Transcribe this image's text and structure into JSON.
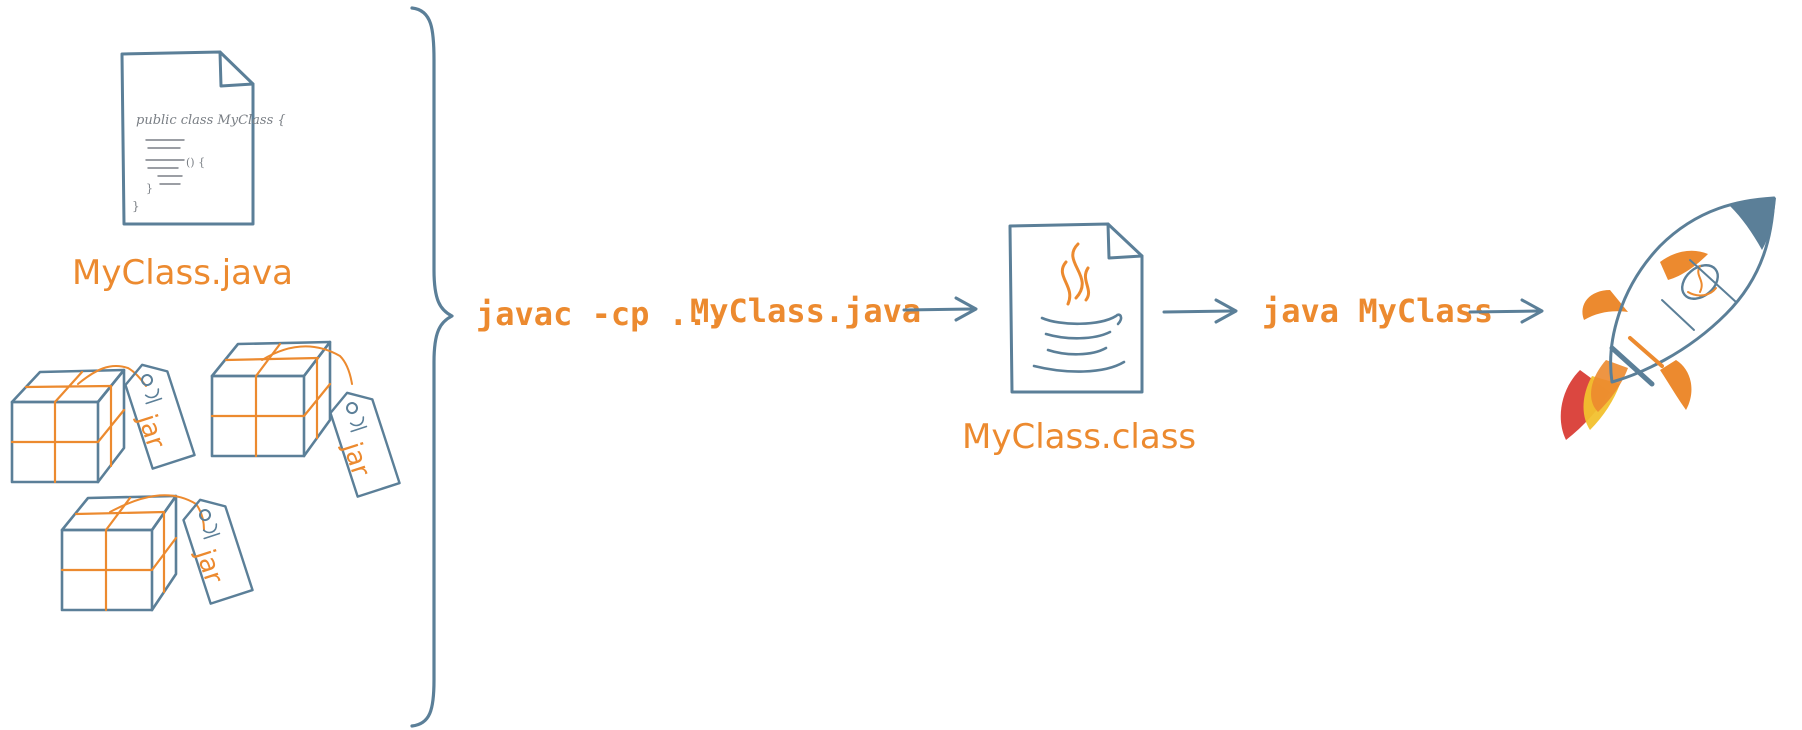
{
  "colors": {
    "blue": "#5b7f98",
    "orange": "#ec8a2f",
    "red": "#d7332b",
    "yellow": "#f2c12e",
    "gray_text": "#7a7f85"
  },
  "source_file": {
    "icon": "document-icon",
    "label": "MyClass.java",
    "code_line": "public class MyClass {",
    "code_inner": "() {",
    "code_close_inner": "}",
    "code_close_outer": "}"
  },
  "jar_tag_text": "jar",
  "compile_command": {
    "part1": "javac -cp ...",
    "part2": "MyClass.java"
  },
  "class_file": {
    "icon": "java-coffee-icon",
    "label": "MyClass.class"
  },
  "run_command": "java MyClass",
  "rocket": {
    "icon": "rocket-icon"
  }
}
